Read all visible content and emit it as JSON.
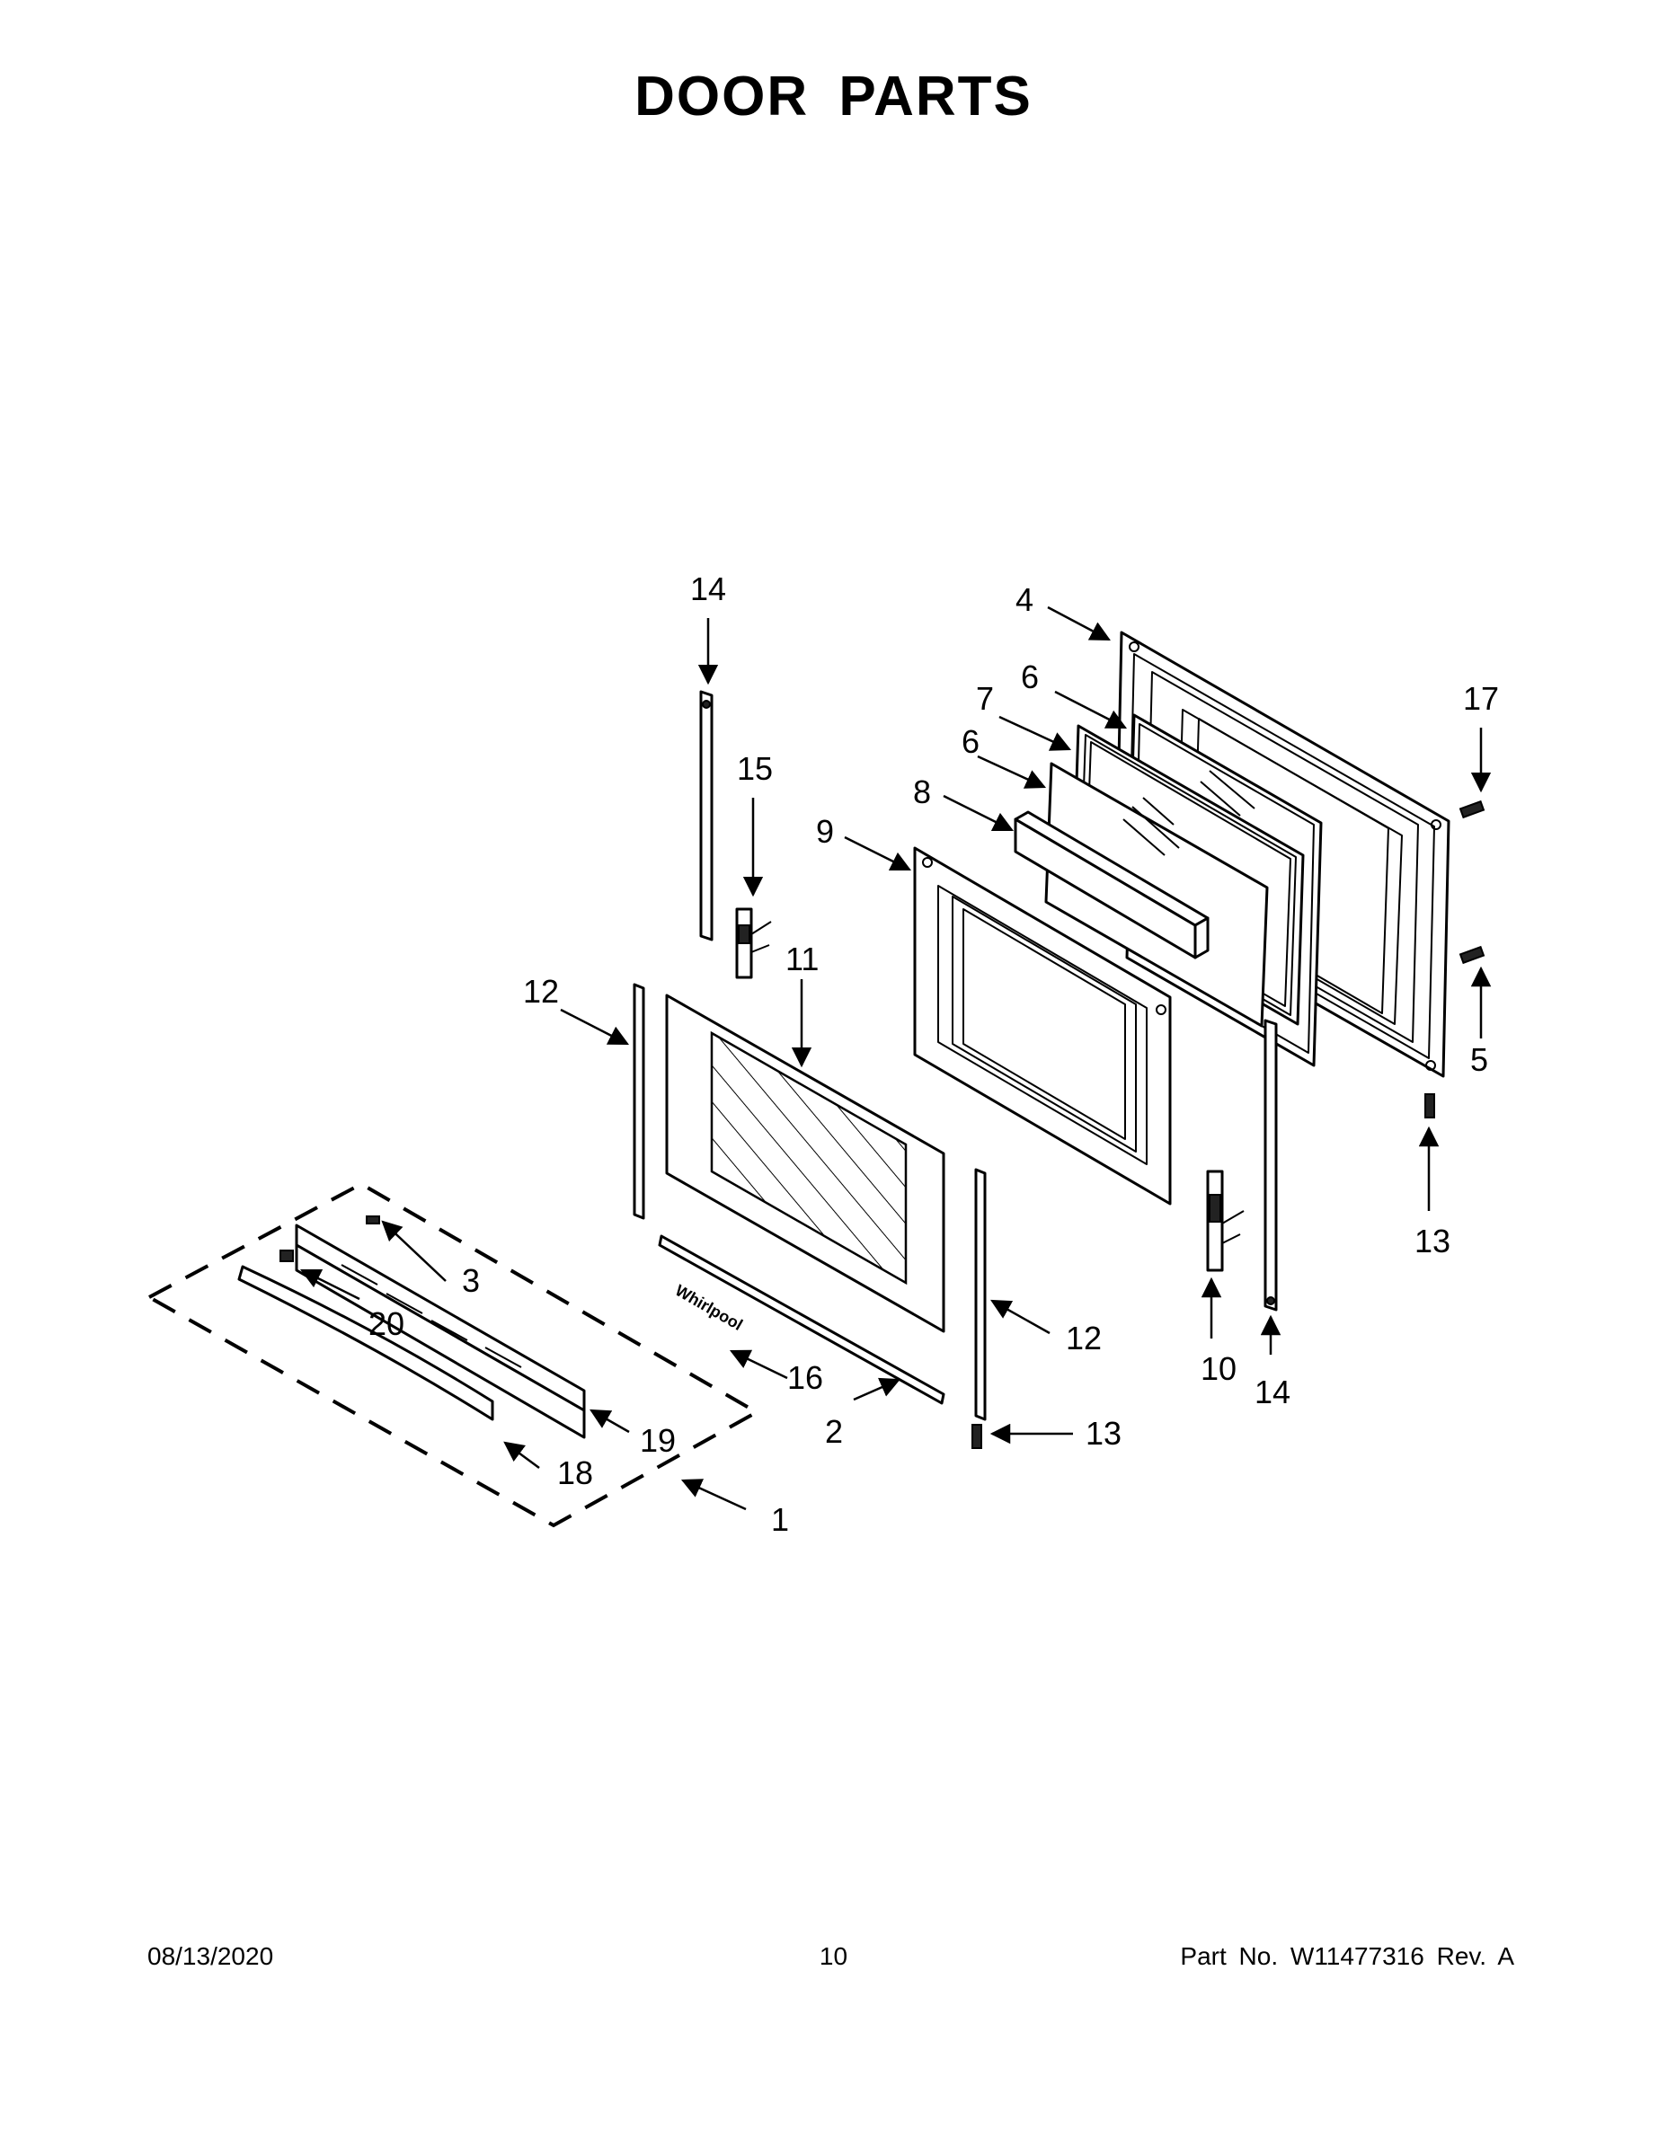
{
  "page": {
    "title": "DOOR PARTS",
    "footer": {
      "date": "08/13/2020",
      "page_number": "10",
      "part_number": "Part No.  W11477316  Rev.  A"
    }
  },
  "diagram": {
    "brand_mark": "Whirlpool",
    "callouts": [
      {
        "id": "c1",
        "label": "1"
      },
      {
        "id": "c2",
        "label": "2"
      },
      {
        "id": "c3",
        "label": "3"
      },
      {
        "id": "c4",
        "label": "4"
      },
      {
        "id": "c5",
        "label": "5"
      },
      {
        "id": "c6a",
        "label": "6"
      },
      {
        "id": "c6b",
        "label": "6"
      },
      {
        "id": "c7",
        "label": "7"
      },
      {
        "id": "c8",
        "label": "8"
      },
      {
        "id": "c9",
        "label": "9"
      },
      {
        "id": "c10",
        "label": "10"
      },
      {
        "id": "c11",
        "label": "11"
      },
      {
        "id": "c12a",
        "label": "12"
      },
      {
        "id": "c12b",
        "label": "12"
      },
      {
        "id": "c13a",
        "label": "13"
      },
      {
        "id": "c13b",
        "label": "13"
      },
      {
        "id": "c14a",
        "label": "14"
      },
      {
        "id": "c14b",
        "label": "14"
      },
      {
        "id": "c15",
        "label": "15"
      },
      {
        "id": "c16",
        "label": "16"
      },
      {
        "id": "c17",
        "label": "17"
      },
      {
        "id": "c18",
        "label": "18"
      },
      {
        "id": "c19",
        "label": "19"
      },
      {
        "id": "c20",
        "label": "20"
      }
    ]
  }
}
